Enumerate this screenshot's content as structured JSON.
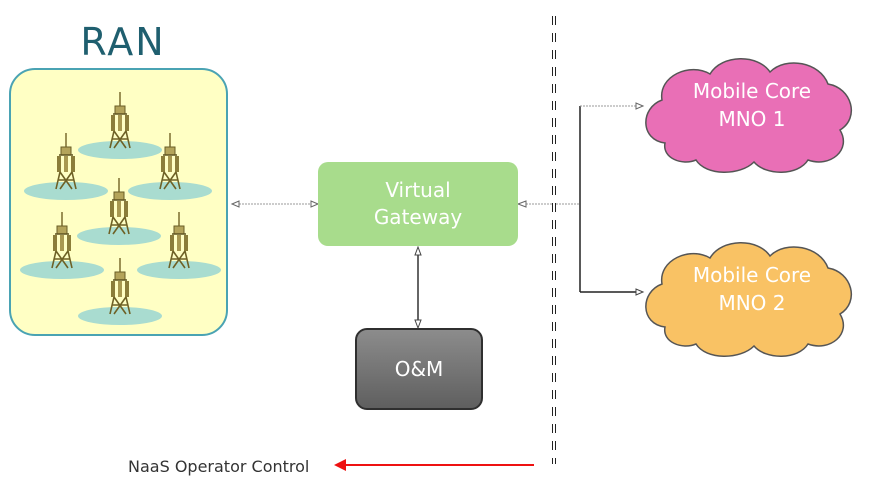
{
  "ran": {
    "title": "RAN"
  },
  "gateway": {
    "line1": "Virtual",
    "line2": "Gateway"
  },
  "om": {
    "label": "O&M"
  },
  "cores": [
    {
      "line1": "Mobile Core",
      "line2": "MNO 1",
      "color": "#e96fb6"
    },
    {
      "line1": "Mobile Core",
      "line2": "MNO 2",
      "color": "#f9c264"
    }
  ],
  "control": {
    "label": "NaaS Operator Control",
    "arrow_color": "#ee1111"
  },
  "colors": {
    "ran_fill": "#ffffc4",
    "ran_border": "#4aa3b3",
    "gateway_fill": "#a8dc8c",
    "om_fill": "#6f6f6f",
    "tower": "#8b7d3a",
    "coverage": "#a9dcd0"
  },
  "icons": {
    "tower": "cell-tower-icon"
  }
}
